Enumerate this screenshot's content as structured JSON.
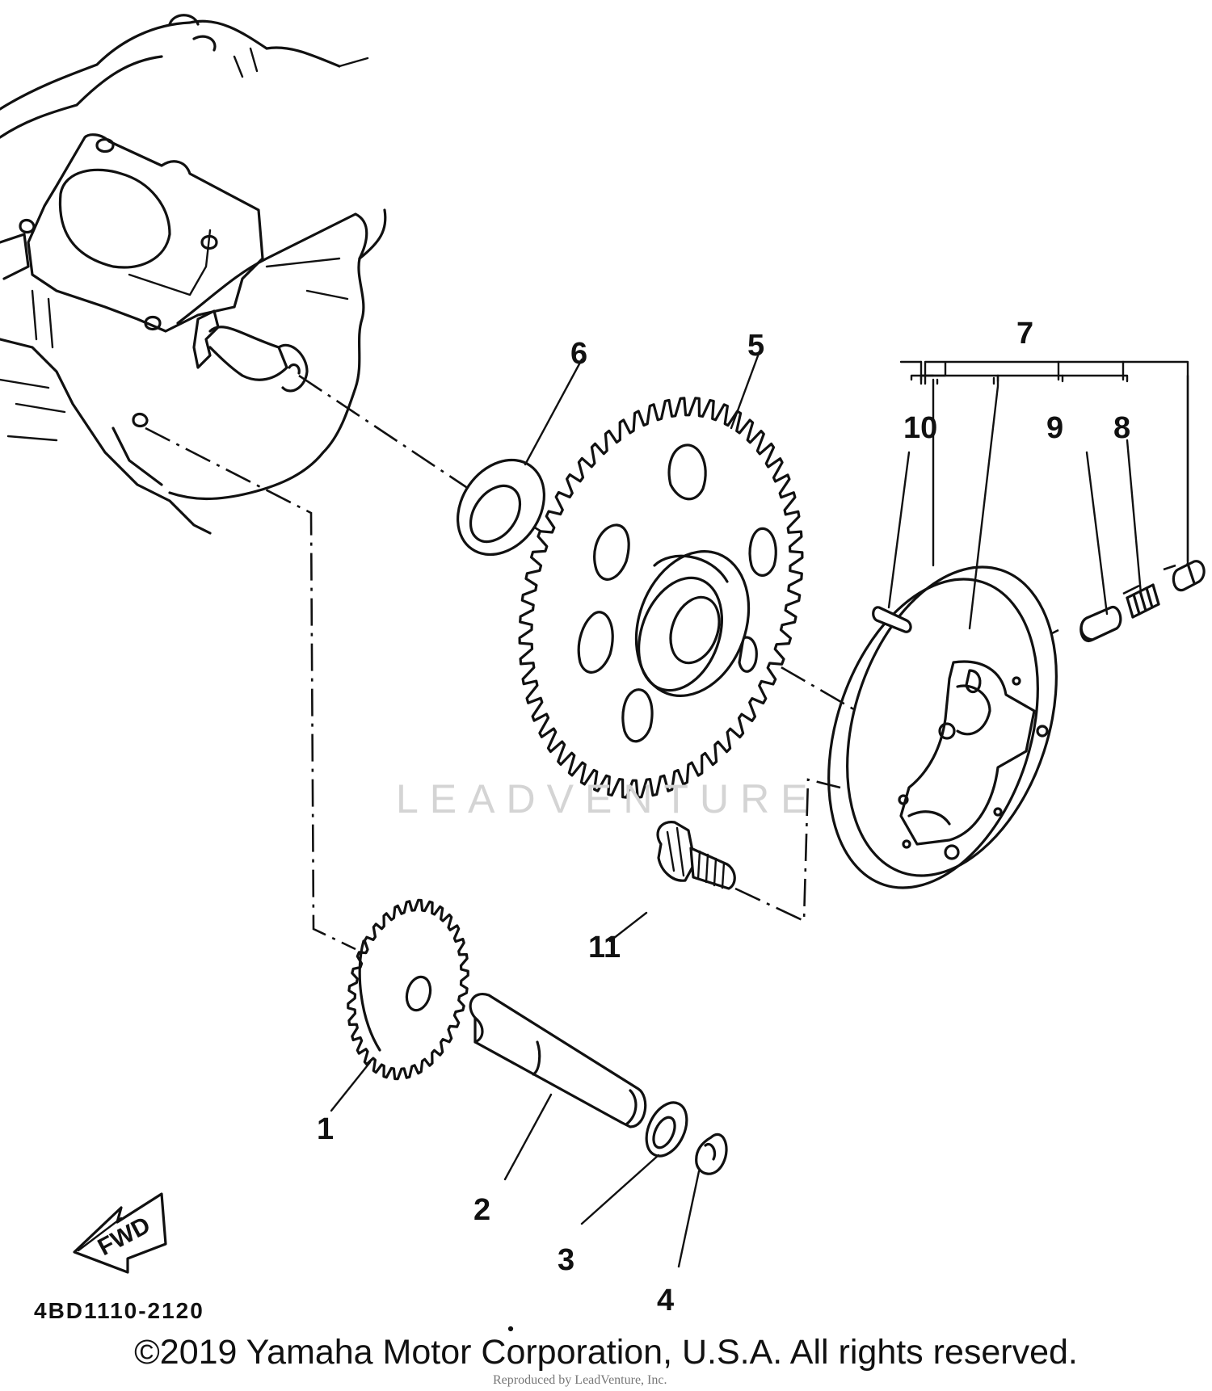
{
  "diagram": {
    "callouts": [
      "1",
      "2",
      "3",
      "4",
      "5",
      "6",
      "7",
      "8",
      "9",
      "10",
      "11"
    ],
    "fwd_label": "FWD",
    "part_code": "4BD1110-2120"
  },
  "watermark": "LEADVENTURE",
  "copyright": "©2019 Yamaha Motor Corporation, U.S.A. All rights reserved.",
  "reproduced_note": "Reproduced by LeadVenture, Inc."
}
